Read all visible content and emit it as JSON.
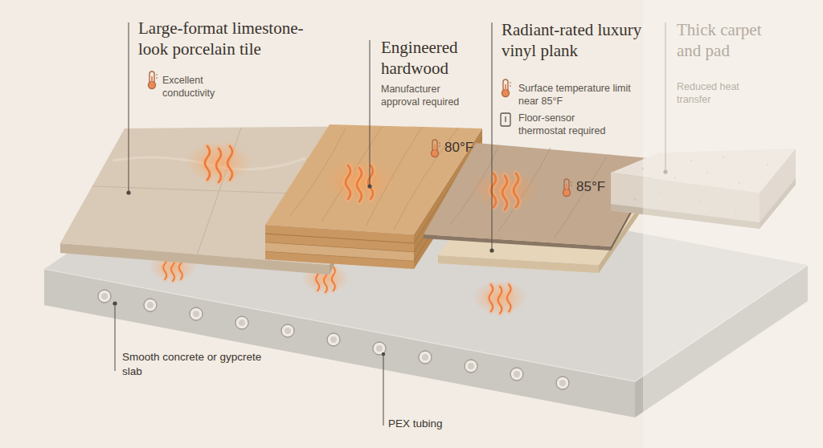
{
  "diagram": {
    "labels": [
      "Large-format limestone-look porcelain tile",
      "Excellent conductivity",
      "Engineered hardwood",
      "Manufacturer approval required",
      "Radiant-rated luxury vinyl plank",
      "Surface temperature limit near 85°F",
      "Floor-sensor thermostat required",
      "Thick carpet and pad",
      "Reduced heat transfer",
      "80°F",
      "85°F",
      "Smooth concrete or gypcrete slab",
      "PEX tubing"
    ]
  }
}
